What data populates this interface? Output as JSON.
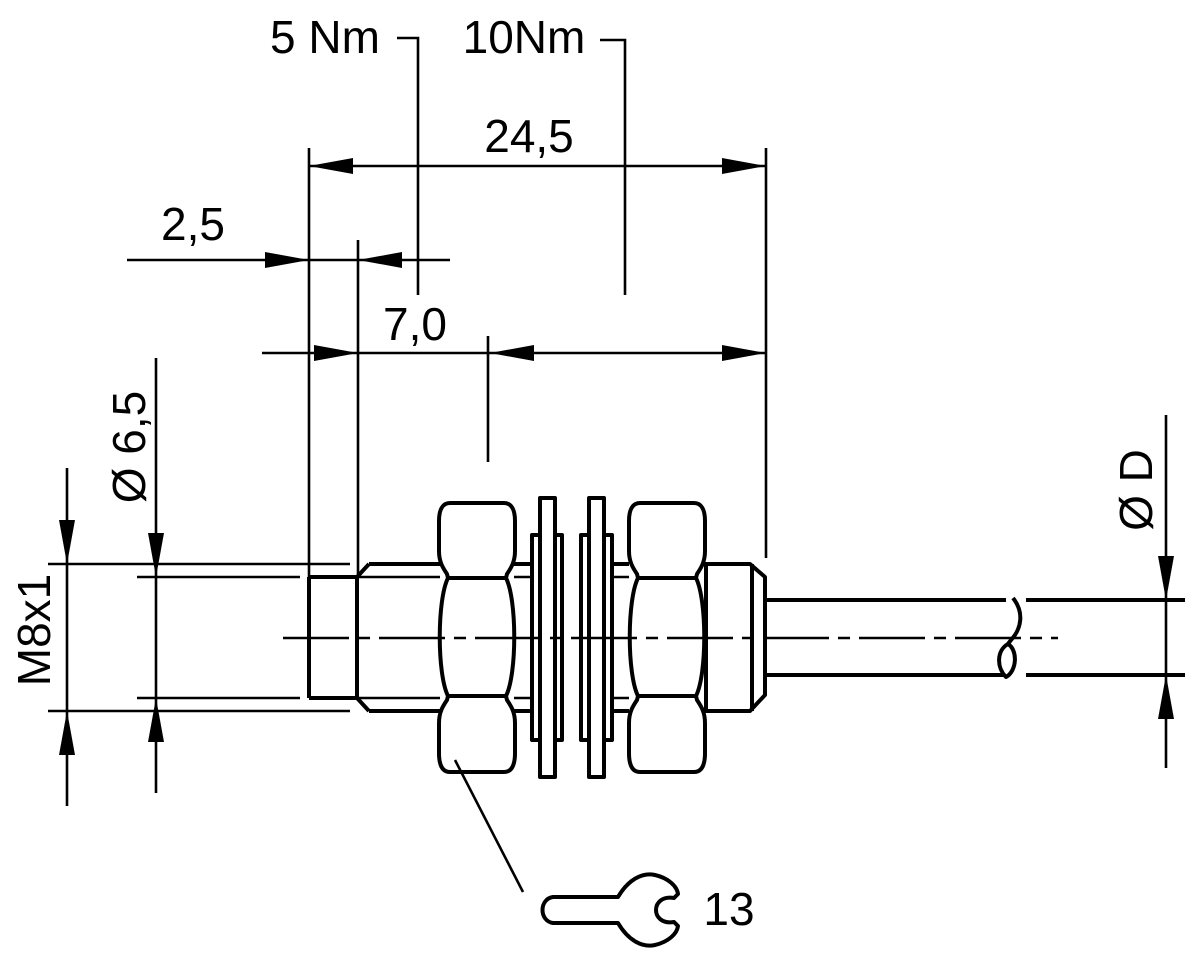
{
  "labels": {
    "torque_front": "5 Nm",
    "torque_rear": "10Nm",
    "len_overall": "24,5",
    "len_tip": "2,5",
    "len_thread_front": "7,0",
    "thread": "M8x1",
    "dia_tip": "Ø 6,5",
    "dia_cable": "Ø D",
    "wrench_af": "13"
  }
}
